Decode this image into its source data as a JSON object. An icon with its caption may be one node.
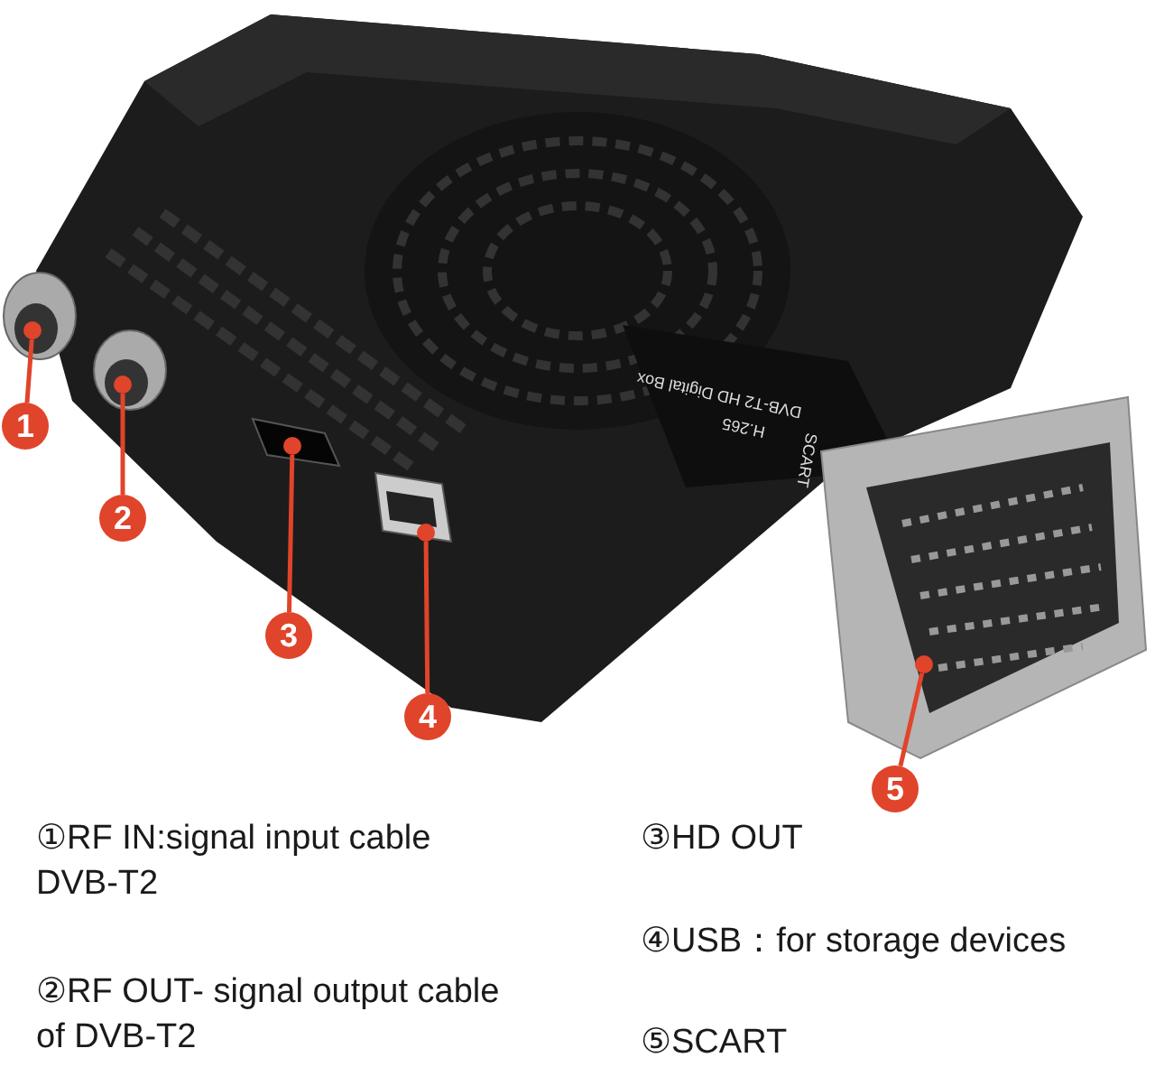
{
  "diagram": {
    "nodes": [
      {
        "text": [
          "1"
        ]
      },
      {
        "text": [
          "2"
        ]
      },
      {
        "text": [
          "3"
        ]
      },
      {
        "text": [
          "4"
        ]
      },
      {
        "text": [
          "5"
        ]
      },
      {
        "text": [],
        "shape": "circle"
      },
      {
        "text": [],
        "shape": "circle"
      },
      {
        "text": [],
        "shape": "circle"
      },
      {
        "text": [],
        "shape": "circle"
      },
      {
        "text": [],
        "shape": "circle"
      }
    ],
    "edges": [
      {
        "from": 0,
        "to": 5,
        "arrow": "none"
      },
      {
        "from": 1,
        "to": 6,
        "arrow": "none"
      },
      {
        "from": 2,
        "to": 7,
        "arrow": "none"
      },
      {
        "from": 3,
        "to": 8,
        "arrow": "none"
      },
      {
        "from": 4,
        "to": 9,
        "arrow": "none"
      }
    ],
    "labels": [
      "DVB-T2 HD Digital Box",
      "H.265",
      "SCART",
      "①RF IN:signal input cable DVB-T2",
      "③HD OUT",
      "④USB：for storage devices",
      "②RF OUT- signal output cable of DVB-T2",
      "⑤SCART"
    ]
  }
}
